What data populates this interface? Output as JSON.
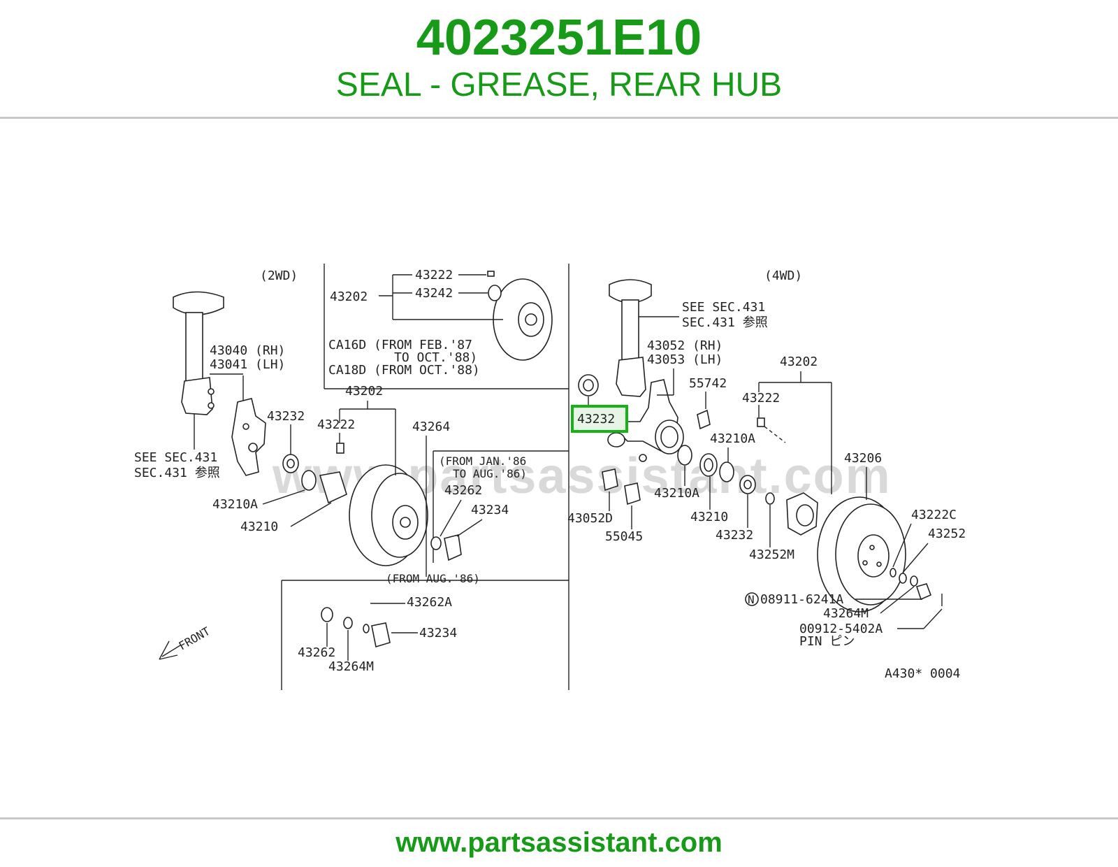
{
  "header": {
    "part_number": "4023251E10",
    "description": "SEAL - GREASE, REAR HUB"
  },
  "diagram": {
    "watermark": "www.partsassistant.com",
    "highlighted_label": "43232",
    "highlight_color": "#16b216",
    "sections": {
      "two_wd": "(2WD)",
      "four_wd": "(4WD)"
    },
    "notes": {
      "see_sec_left_1": "SEE SEC.431",
      "see_sec_left_2": "SEC.431 参照",
      "see_sec_right_1": "SEE SEC.431",
      "see_sec_right_2": "SEC.431 参照",
      "ca16d_1": "CA16D (FROM FEB.'87",
      "ca16d_2": "TO OCT.'88)",
      "ca18d": "CA18D (FROM OCT.'88)",
      "from_jan_1": "(FROM JAN.'86",
      "from_jan_2": "TO AUG.'86)",
      "from_aug": "(FROM AUG.'86)",
      "pin": "PIN ピン",
      "front": "FRONT",
      "ref_code": "A430* 0004"
    },
    "labels_2wd": {
      "l43040": "43040 (RH)",
      "l43041": "43041 (LH)",
      "l43232": "43232",
      "l43222": "43222",
      "l43202": "43202",
      "l43264": "43264",
      "l43210a": "43210A",
      "l43210": "43210",
      "l43262": "43262",
      "l43234": "43234",
      "l43262a": "43262A",
      "l43234b": "43234",
      "l43262b": "43262",
      "l43264m": "43264M",
      "inset_43222": "43222",
      "inset_43242": "43242",
      "inset_43202": "43202"
    },
    "labels_4wd": {
      "l43052": "43052 (RH)",
      "l43053": "43053 (LH)",
      "l55742": "55742",
      "l43202": "43202",
      "l43222": "43222",
      "l43210a_1": "43210A",
      "l43210a_2": "43210A",
      "l43206": "43206",
      "l43052d": "43052D",
      "l55045": "55045",
      "l43210": "43210",
      "l43232": "43232",
      "l43252m": "43252M",
      "l43222c": "43222C",
      "l43252": "43252",
      "l08911": "08911-6241A",
      "l08911_prefix": "N",
      "l43264m": "43264M",
      "l00912": "00912-5402A"
    }
  },
  "footer": {
    "url": "www.partsassistant.com"
  }
}
